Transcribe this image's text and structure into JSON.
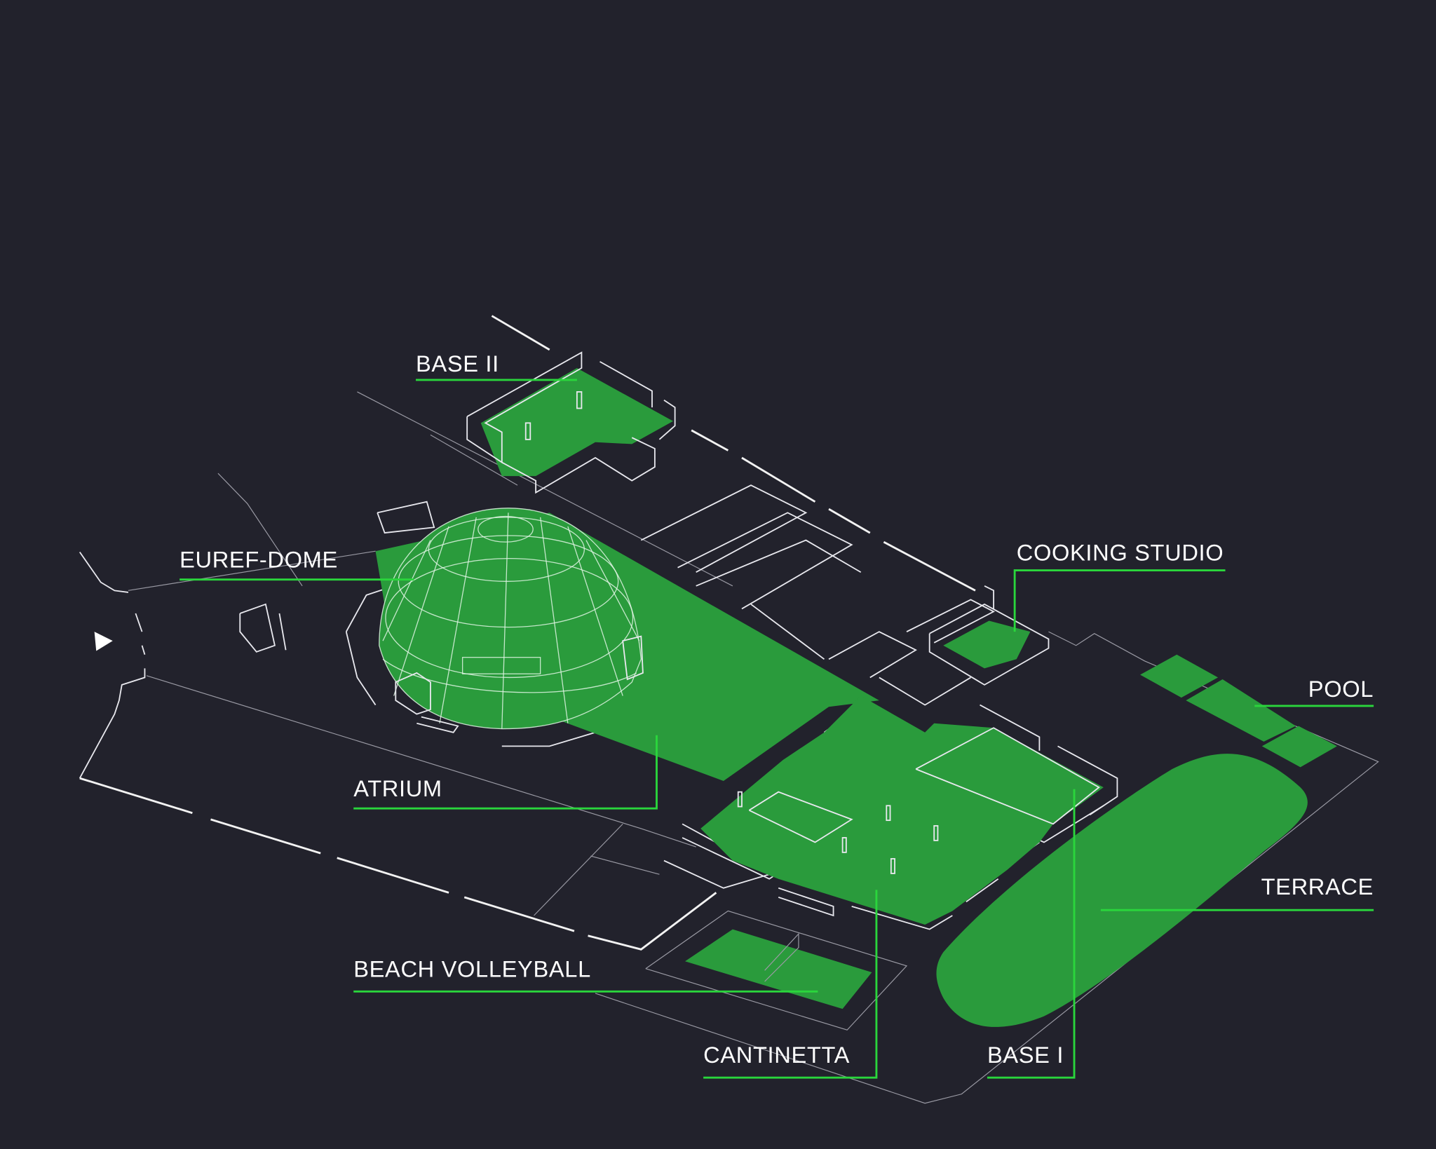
{
  "labels": {
    "base_ii": "BASE II",
    "euref_dome": "EUREF-DOME",
    "cooking_studio": "COOKING STUDIO",
    "pool": "POOL",
    "atrium": "ATRIUM",
    "terrace": "TERRACE",
    "beach_volleyball": "BEACH VOLLEYBALL",
    "cantinetta": "CANTINETTA",
    "base_i": "BASE I"
  },
  "colors": {
    "background": "#22222c",
    "area_fill": "#2a9b3c",
    "leader_line": "#2ad63c",
    "outline": "#e8e8ee"
  }
}
